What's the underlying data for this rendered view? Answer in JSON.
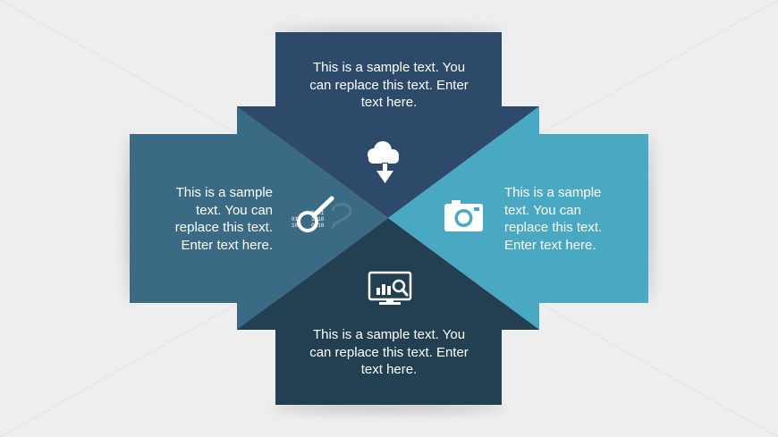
{
  "diagram": {
    "colors": {
      "top": "#2e4a6b",
      "top_wing": "#243d5c",
      "left": "#3a6a84",
      "left_wing": "#335e77",
      "right": "#4aa9c2",
      "right_wing": "#43a0b9",
      "bottom": "#233f52",
      "bottom_wing": "#1e3848",
      "background": "#efeeef"
    },
    "sections": {
      "top": {
        "lines": [
          "This is a sample text. You",
          "can replace this text. Enter",
          "text here."
        ],
        "icon": "cloud-download-icon"
      },
      "left": {
        "lines": [
          "This is a sample",
          "text. You can",
          "replace this text.",
          "Enter text here."
        ],
        "icon": "magnifier-binary-icon"
      },
      "right": {
        "lines": [
          "This is a sample",
          "text. You can",
          "replace this text.",
          "Enter text here."
        ],
        "icon": "camera-icon"
      },
      "bottom": {
        "lines": [
          "This is a sample text. You",
          "can replace this text. Enter",
          "text here."
        ],
        "icon": "monitor-chart-icon"
      }
    }
  }
}
